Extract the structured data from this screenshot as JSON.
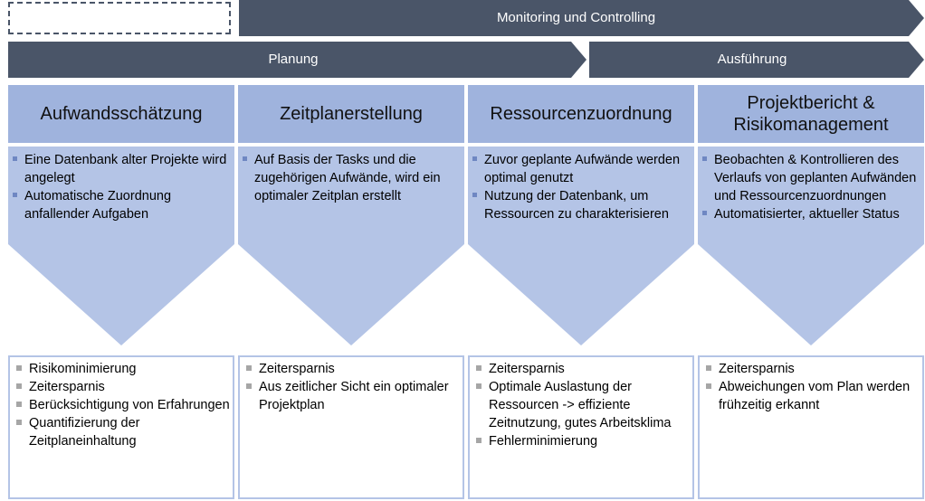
{
  "phases": {
    "monitoring": "Monitoring und Controlling",
    "planung": "Planung",
    "ausfuehrung": "Ausführung"
  },
  "colors": {
    "phase_arrow": "#4a5568",
    "column_header": "#9fb3dd",
    "chevron_fill": "#b4c4e6",
    "bullet_accent": "#6f87c2",
    "benefit_bullet": "#a6a6a6"
  },
  "columns": [
    {
      "title": "Aufwandsschätzung",
      "items": [
        "Eine Datenbank alter Projekte wird angelegt",
        "Automatische Zuordnung anfallender Aufgaben"
      ],
      "benefits": [
        "Risikominimierung",
        "Zeitersparnis",
        "Berücksichtigung von Erfahrungen",
        "Quantifizierung der Zeitplaneinhaltung"
      ]
    },
    {
      "title": "Zeitplanerstellung",
      "items": [
        "Auf Basis der Tasks und die zugehörigen Aufwände, wird ein optimaler Zeitplan erstellt"
      ],
      "benefits": [
        "Zeitersparnis",
        "Aus zeitlicher Sicht ein optimaler Projektplan"
      ]
    },
    {
      "title": "Ressourcenzuordnung",
      "items": [
        "Zuvor geplante Aufwände werden optimal genutzt",
        "Nutzung der Datenbank, um Ressourcen zu charakterisieren"
      ],
      "benefits": [
        "Zeitersparnis",
        "Optimale Auslastung der Ressourcen -> effiziente Zeitnutzung, gutes Arbeitsklima",
        "Fehlerminimierung"
      ]
    },
    {
      "title": "Projektbericht & Risikomanagement",
      "items": [
        "Beobachten & Kontrollieren des Verlaufs von geplanten Aufwänden und Ressourcenzuordnungen",
        "Automatisierter, aktueller Status"
      ],
      "benefits": [
        "Zeitersparnis",
        "Abweichungen vom Plan werden frühzeitig erkannt"
      ]
    }
  ]
}
